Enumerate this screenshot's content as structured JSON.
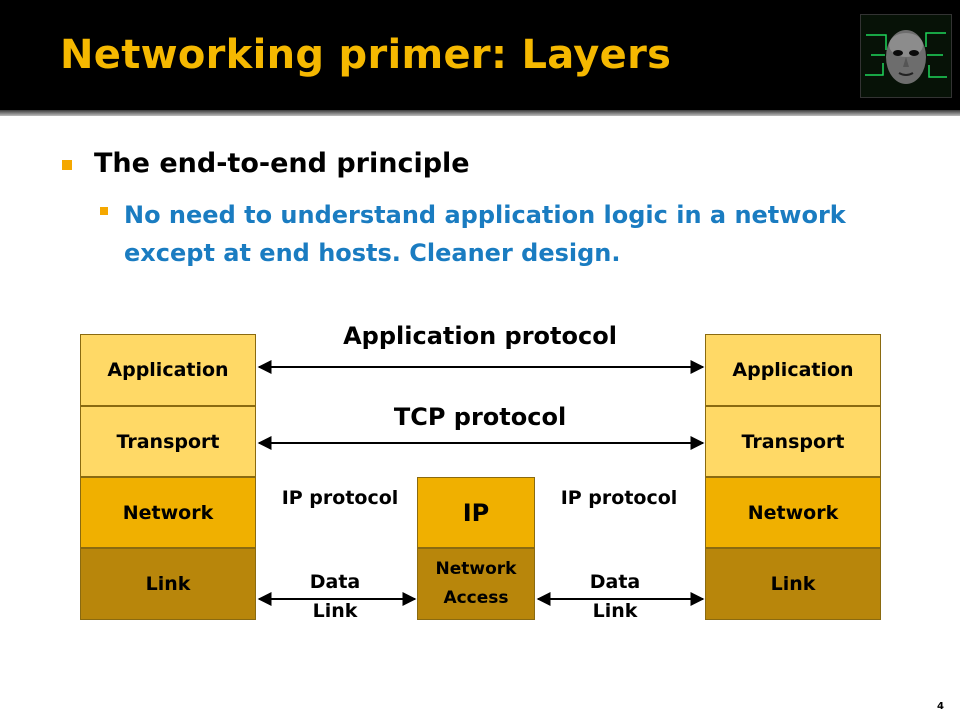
{
  "slide": {
    "title": "Networking primer: Layers",
    "page_number": "4"
  },
  "bullets": {
    "level1": "The end-to-end principle",
    "level2": "No need to understand application logic in a network except at end hosts. Cleaner design."
  },
  "diagram": {
    "left_stack": [
      "Application",
      "Transport",
      "Network",
      "Link"
    ],
    "right_stack": [
      "Application",
      "Transport",
      "Network",
      "Link"
    ],
    "router_stack": [
      "IP",
      "Network Access"
    ],
    "labels": {
      "application_protocol": "Application protocol",
      "tcp_protocol": "TCP protocol",
      "ip_protocol_left": "IP protocol",
      "ip_protocol_right": "IP protocol",
      "data_link_left": "Data Link",
      "data_link_right": "Data Link"
    },
    "colors": {
      "application": "#ffd966",
      "transport": "#ffd966",
      "network": "#f0b000",
      "link": "#b8860b",
      "title": "#f5b800",
      "subbullet": "#1a7cc1"
    }
  }
}
